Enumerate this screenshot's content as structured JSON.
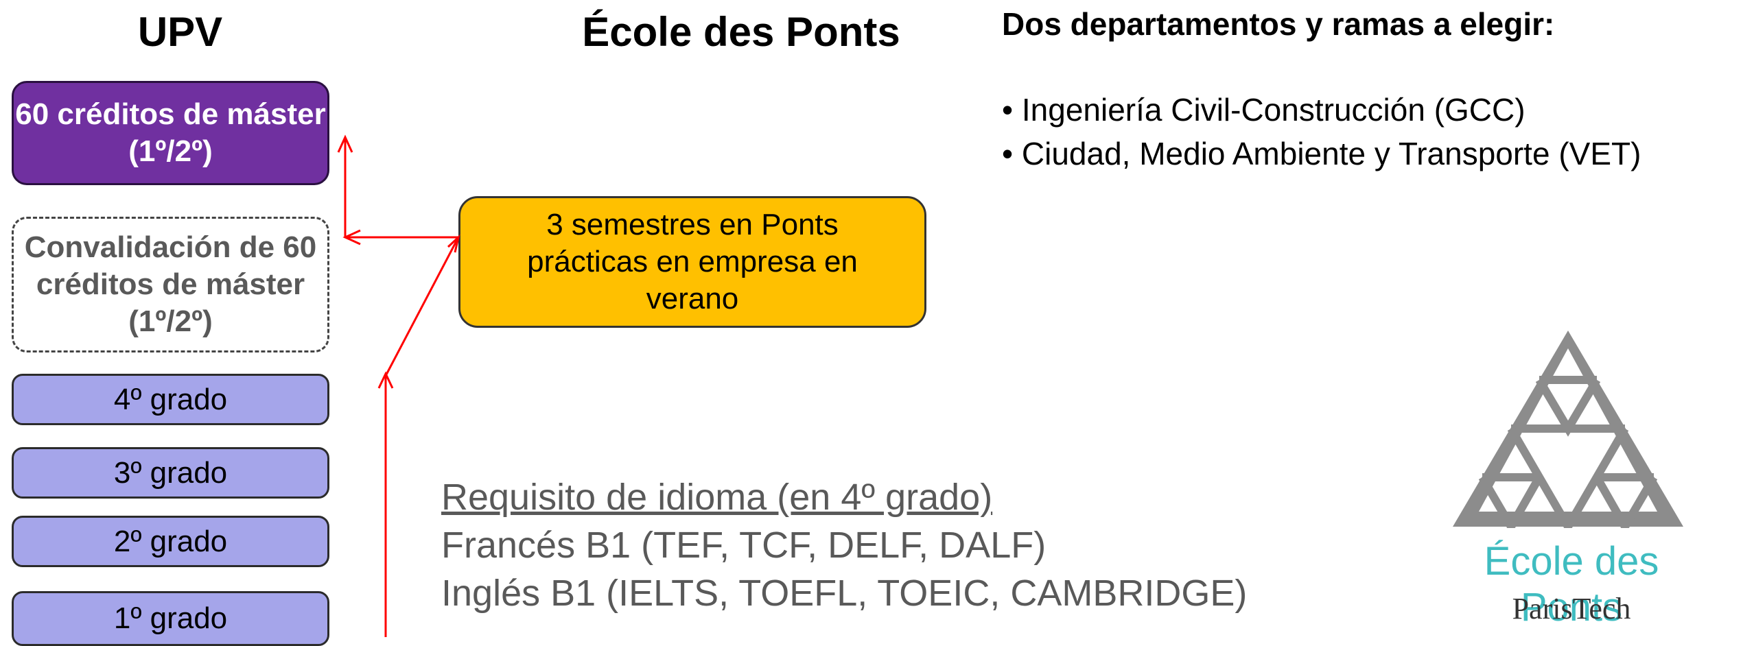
{
  "columns": {
    "upv_title": "UPV",
    "ponts_title": "École des Ponts"
  },
  "upv_boxes": {
    "master": "60 créditos  de máster (1º/2º)",
    "convalidacion": "Convalidación de 60 créditos de máster (1º/2º)",
    "grado4": "4º grado",
    "grado3": "3º grado",
    "grado2": "2º grado",
    "grado1": "1º grado"
  },
  "ponts_box": "3  semestres en Ponts prácticas en empresa en verano",
  "departments": {
    "title": "Dos departamentos y ramas a elegir:",
    "items": [
      "Ingeniería Civil-Construcción (GCC)",
      "Ciudad, Medio Ambiente y Transporte (VET)"
    ]
  },
  "language": {
    "heading": "Requisito de idioma (en 4º grado)",
    "french": "Francés B1 (TEF, TCF, DELF, DALF)",
    "english": "Inglés B1 (IELTS, TOEFL, TOEIC, CAMBRIDGE)"
  },
  "logo": {
    "name": "École des Ponts",
    "sub": "ParisTech"
  },
  "colors": {
    "master": "#7030a0",
    "grado": "#a5a5ea",
    "ponts": "#ffc000",
    "arrow": "#ff0000",
    "logo_teal": "#3fbcc0",
    "logo_gray": "#8c8c8c"
  }
}
